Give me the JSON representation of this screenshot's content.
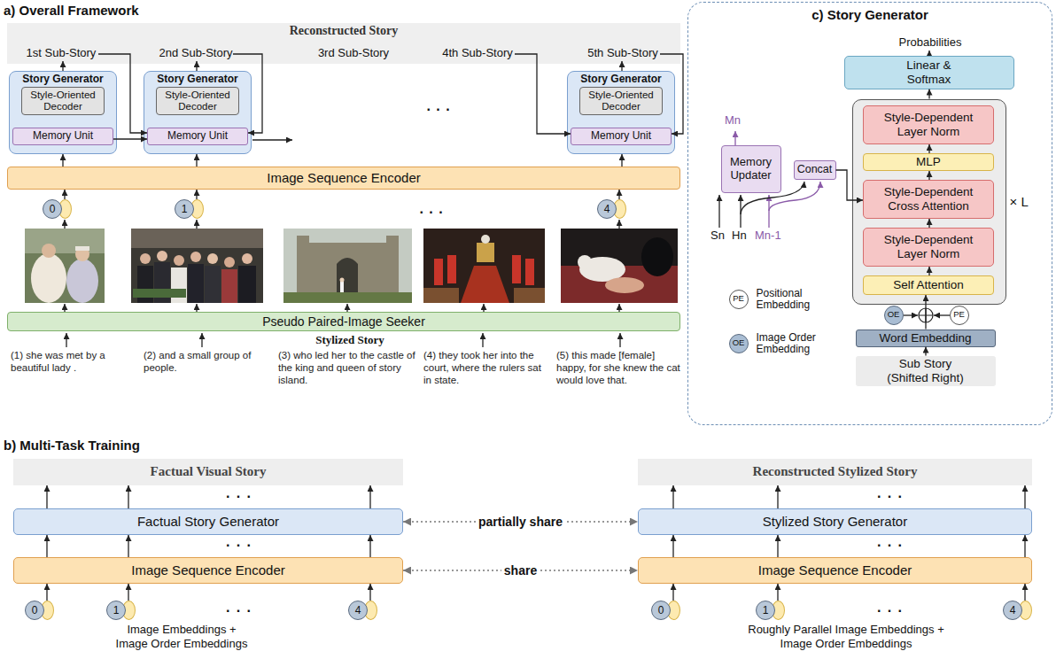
{
  "diagram": {
    "nodes": [
      {
        "text": [
          "Reconstructed Story"
        ]
      },
      {
        "text": [
          "1st Sub-Story"
        ],
        "in": 0
      },
      {
        "text": [
          "2nd Sub-Story"
        ],
        "in": 0
      },
      {
        "text": [
          "3rd Sub-Story"
        ],
        "in": 0
      },
      {
        "text": [
          "4th Sub-Story"
        ],
        "in": 0
      },
      {
        "text": [
          "5th Sub-Story"
        ],
        "in": 0
      },
      {
        "text": [
          "Story Generator"
        ]
      },
      {
        "text": [
          "Style-Oriented Decoder"
        ],
        "in": 6
      },
      {
        "text": [
          "Memory Unit"
        ],
        "in": 6
      },
      {
        "text": [
          "Story Generator"
        ]
      },
      {
        "text": [
          "Style-Oriented Decoder"
        ],
        "in": 9
      },
      {
        "text": [
          "Memory Unit"
        ],
        "in": 9
      },
      {
        "text": [
          "Story Generator"
        ]
      },
      {
        "text": [
          "Style-Oriented Decoder"
        ],
        "in": 12
      },
      {
        "text": [
          "Memory Unit"
        ],
        "in": 12
      },
      {
        "text": [
          "Image Sequence Encoder"
        ]
      },
      {
        "text": [
          "0"
        ]
      },
      {
        "text": [
          "1"
        ]
      },
      {
        "text": [
          "4"
        ]
      },
      {
        "text": [
          "Pseudo Paired-Image Seeker"
        ]
      },
      {
        "text": [
          "c) Story Generator"
        ]
      },
      {
        "text": [
          "Linear & Softmax"
        ],
        "in": 20
      },
      {
        "text": [
          "× L"
        ],
        "in": 20
      },
      {
        "text": [
          "Style-Dependent Layer Norm"
        ],
        "in": 22
      },
      {
        "text": [
          "MLP"
        ],
        "in": 22
      },
      {
        "text": [
          "Style-Dependent Cross Attention"
        ],
        "in": 22
      },
      {
        "text": [
          "Style-Dependent Layer Norm"
        ],
        "in": 22
      },
      {
        "text": [
          "Self Attention"
        ],
        "in": 22
      },
      {
        "text": [
          "Word Embedding"
        ],
        "in": 20
      },
      {
        "text": [
          "Sub Story (Shifted Right)"
        ],
        "in": 20
      },
      {
        "text": [
          "OE"
        ],
        "in": 20
      },
      {
        "text": [
          "PE"
        ],
        "in": 20
      },
      {
        "text": [
          "Memory Updater"
        ],
        "in": 20
      },
      {
        "text": [
          "Concat"
        ],
        "in": 20
      },
      {
        "text": [
          "PE",
          "Positional Embedding"
        ],
        "in": 20
      },
      {
        "text": [
          "OE",
          "Image Order Embedding"
        ],
        "in": 20
      },
      {
        "text": [
          "Factual Visual Story"
        ]
      },
      {
        "text": [
          "Factual Story Generator"
        ]
      },
      {
        "text": [
          "Image Sequence Encoder"
        ]
      },
      {
        "text": [
          "0"
        ]
      },
      {
        "text": [
          "1"
        ]
      },
      {
        "text": [
          "4"
        ]
      },
      {
        "text": [
          "Reconstructed Stylized Story"
        ]
      },
      {
        "text": [
          "Stylized Story Generator"
        ]
      },
      {
        "text": [
          "Image Sequence Encoder"
        ]
      },
      {
        "text": [
          "0"
        ]
      },
      {
        "text": [
          "1"
        ]
      },
      {
        "text": [
          "4"
        ]
      }
    ],
    "edges": [
      {
        "from": 6,
        "to": 1,
        "arrow": "to"
      },
      {
        "from": 9,
        "to": 2,
        "arrow": "to"
      },
      {
        "from": 12,
        "to": 5,
        "arrow": "to"
      },
      {
        "from": 1,
        "to": 11,
        "arrow": "to"
      },
      {
        "from": 8,
        "to": 11,
        "arrow": "to"
      },
      {
        "from": 2,
        "to": 11,
        "arrow": "to"
      },
      {
        "from": 4,
        "to": 14,
        "arrow": "to"
      },
      {
        "from": 5,
        "to": 14,
        "arrow": "to"
      },
      {
        "from": 15,
        "to": 6,
        "arrow": "to"
      },
      {
        "from": 15,
        "to": 9,
        "arrow": "to"
      },
      {
        "from": 15,
        "to": 12,
        "arrow": "to"
      },
      {
        "from": 16,
        "to": 15,
        "arrow": "to"
      },
      {
        "from": 17,
        "to": 15,
        "arrow": "to"
      },
      {
        "from": 18,
        "to": 15,
        "arrow": "to"
      },
      {
        "from": 22,
        "to": 21,
        "arrow": "to"
      },
      {
        "from": 27,
        "to": 26,
        "arrow": "to"
      },
      {
        "from": 26,
        "to": 25,
        "arrow": "to"
      },
      {
        "from": 25,
        "to": 24,
        "arrow": "to"
      },
      {
        "from": 24,
        "to": 23,
        "arrow": "to"
      },
      {
        "from": 28,
        "to": 27,
        "arrow": "to"
      },
      {
        "from": 29,
        "to": 28,
        "arrow": "to"
      },
      {
        "from": 33,
        "to": 25,
        "arrow": "to"
      },
      {
        "from": 37,
        "to": 36,
        "arrow": "to"
      },
      {
        "from": 37,
        "to": 36,
        "arrow": "to"
      },
      {
        "from": 37,
        "to": 36,
        "arrow": "to"
      },
      {
        "from": 38,
        "to": 37,
        "arrow": "to"
      },
      {
        "from": 38,
        "to": 37,
        "arrow": "to"
      },
      {
        "from": 38,
        "to": 37,
        "arrow": "to"
      },
      {
        "from": 39,
        "to": 38,
        "arrow": "to"
      },
      {
        "from": 40,
        "to": 38,
        "arrow": "to"
      },
      {
        "from": 41,
        "to": 38,
        "arrow": "to"
      },
      {
        "from": 43,
        "to": 42,
        "arrow": "to"
      },
      {
        "from": 43,
        "to": 42,
        "arrow": "to"
      },
      {
        "from": 43,
        "to": 42,
        "arrow": "to"
      },
      {
        "from": 44,
        "to": 43,
        "arrow": "to"
      },
      {
        "from": 44,
        "to": 43,
        "arrow": "to"
      },
      {
        "from": 44,
        "to": 43,
        "arrow": "to"
      },
      {
        "from": 45,
        "to": 44,
        "arrow": "to"
      },
      {
        "from": 46,
        "to": 44,
        "arrow": "to"
      },
      {
        "from": 47,
        "to": 44,
        "arrow": "to"
      },
      {
        "from": 37,
        "to": 43,
        "label": "partially share",
        "arrow": "both"
      },
      {
        "from": 38,
        "to": 44,
        "label": "share",
        "arrow": "both"
      }
    ],
    "labels": [
      "a) Overall Framework",
      ". . .",
      ". . .",
      "Stylized Story",
      "(1) she was met by a beautiful lady .",
      "(2) and a small group of people.",
      "(3) who led her to the castle of the king and queen of story island.",
      "(4) they took her into the court, where the rulers sat in state.",
      "(5) this made [female] happy, for she knew the cat would love that.",
      "b) Multi-Task Training",
      "· · ·",
      "· · ·",
      "· · ·",
      "Image Embeddings + Image Order Embeddings",
      "· · ·",
      "· · ·",
      "· · ·",
      "Roughly Parallel Image Embeddings + Image Order Embeddings",
      "Probabilities",
      "Mn",
      "Sn",
      "Hn",
      "Mn-1"
    ]
  }
}
